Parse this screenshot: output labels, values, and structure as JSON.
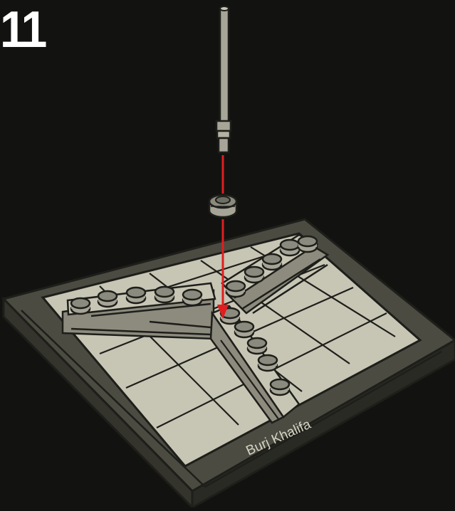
{
  "instruction": {
    "step_number": "11",
    "nameplate_text": "Burj Khalifa"
  },
  "colors": {
    "background": "#121310",
    "baseplate_dark": "#4b4b42",
    "tile_light": "#c7c5b4",
    "brick_light": "#a7a597",
    "arrow": "#e01e1e",
    "step_number": "#ffffff"
  },
  "parts": [
    "antenna-rod",
    "round-plate-1x1",
    "tan-baseplate",
    "bricks-y-core"
  ]
}
